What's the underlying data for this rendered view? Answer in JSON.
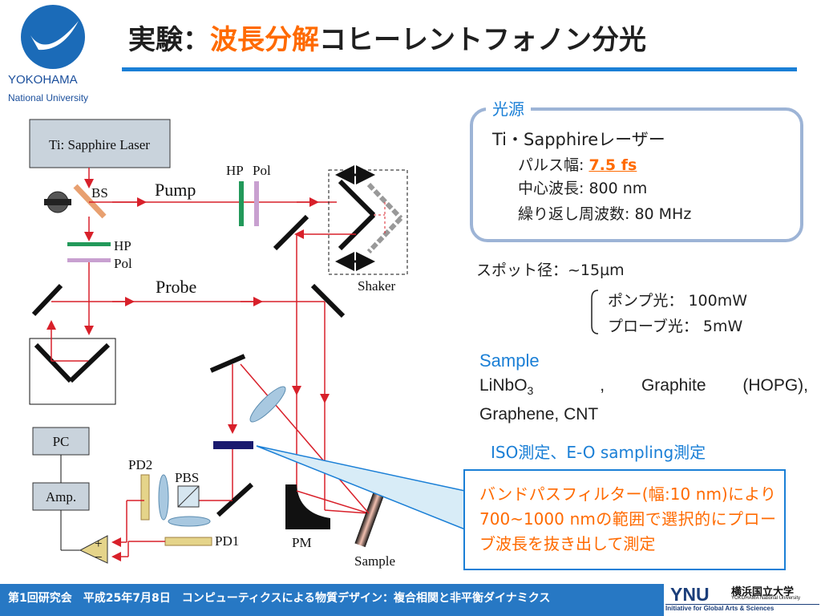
{
  "header": {
    "title_prefix": "実験：",
    "title_highlight": "波長分解",
    "title_suffix": "コヒーレントフォノン分光",
    "logo_line1": "YOKOHAMA",
    "logo_line2": "National University"
  },
  "diagram": {
    "laser": "Ti: Sapphire Laser",
    "bs": "BS",
    "pump": "Pump",
    "probe": "Probe",
    "hp_top": "HP",
    "pol_top": "Pol",
    "hp_left": "HP",
    "pol_left": "Pol",
    "shaker": "Shaker",
    "pc": "PC",
    "amp": "Amp.",
    "pd2": "PD2",
    "pbs": "PBS",
    "pd1": "PD1",
    "pm": "PM",
    "sample": "Sample",
    "plus": "+",
    "minus": "−"
  },
  "light_source": {
    "label": "光源",
    "laser": "Ti・Sapphireレーザー",
    "pulse_label": "パルス幅: ",
    "pulse_value": "7.5 fs",
    "center": "中心波長: 800 nm",
    "rep": "繰り返し周波数: 80 MHz"
  },
  "spot": "スポット径：~15µm",
  "power": {
    "pump": "ポンプ光： 100mW",
    "probe": "プローブ光： 5mW"
  },
  "sample": {
    "heading": "Sample",
    "line1a": "LiNbO",
    "line1sub": "3",
    "line1b": ", Graphite (HOPG),",
    "line2": "Graphene, CNT"
  },
  "iso": "ISO測定、E-O sampling測定",
  "callout": "バンドパスフィルター(幅:10 nm)により700~1000 nmの範囲で選択的にプローブ波長を抜き出して測定",
  "footer": {
    "text": "第1回研究会　平成25年7月8日　コンピューティクスによる物質デザイン：複合相関と非平衡ダイナミクス",
    "ynu": "YNU",
    "ynu_jp": "横浜国立大学",
    "ynu_en": "YOKOHAMA National University",
    "ynu_tag": "Initiative for Global Arts & Sciences"
  },
  "colors": {
    "accent": "#1a7fd6",
    "highlight": "#ff6a00",
    "beam": "#d8202a",
    "hp": "#22995a",
    "pol": "#c8a0d0",
    "pd": "#e5d48a",
    "filter": "#1a1a6e",
    "footer": "#2778c4"
  }
}
